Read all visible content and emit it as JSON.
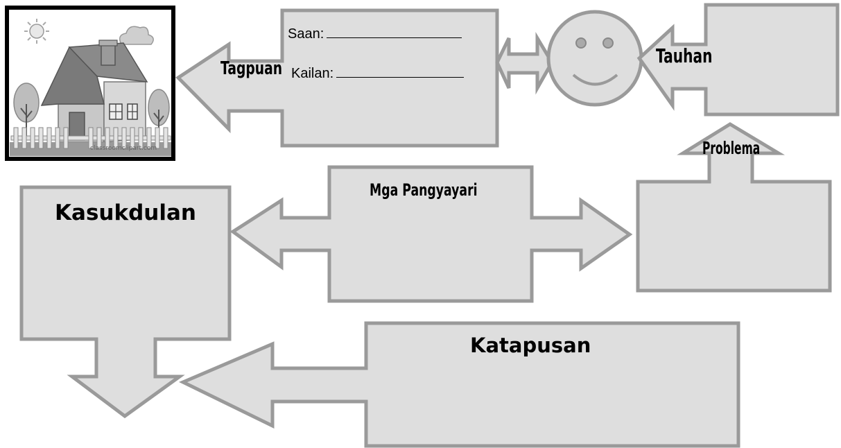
{
  "colors": {
    "fill": "#dedede",
    "stroke": "#9a9a9a",
    "frame": "#000000"
  },
  "labels": {
    "tagpuan": "Tagpuan",
    "saan": "Saan:",
    "kailan": "Kailan:",
    "tauhan": "Tauhan",
    "problema": "Problema",
    "mga_pangyayari": "Mga Pangyayari",
    "kasukdulan": "Kasukdulan",
    "katapusan": "Katapusan"
  },
  "image": {
    "watermark": "classroomclipart.com"
  }
}
